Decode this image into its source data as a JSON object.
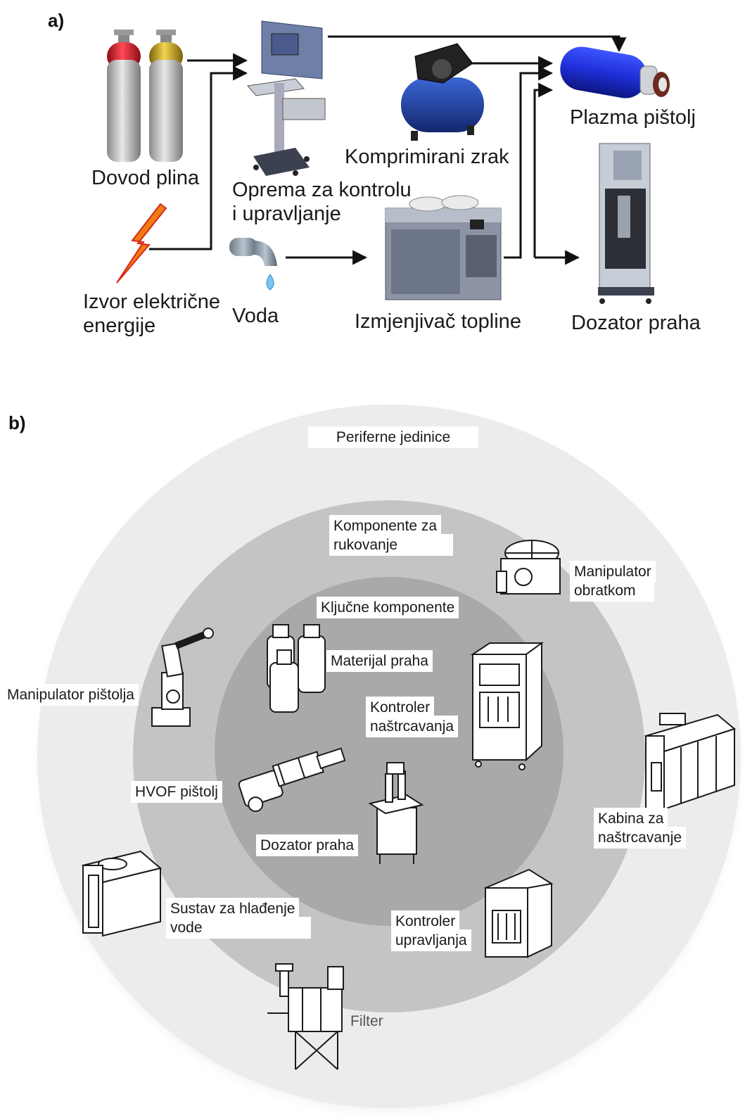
{
  "panel_a": {
    "tag": "a)",
    "labels": {
      "gas": "Dovod plina",
      "control_1": "Oprema za kontrolu",
      "control_2": "i upravljanje",
      "compressor": "Komprimirani zrak",
      "plasma": "Plazma pištolj",
      "power_1": "Izvor električne",
      "power_2": "energije",
      "water": "Voda",
      "exchanger": "Izmjenjivač topline",
      "feeder": "Dozator praha"
    }
  },
  "panel_b": {
    "tag": "b)",
    "rings": {
      "outer": "Periferne jedinice",
      "middle_1": "Komponente za",
      "middle_2": "rukovanje",
      "inner": "Ključne komponente"
    },
    "items": {
      "workpiece_manip_1": "Manipulator",
      "workpiece_manip_2": "obratkom",
      "powder_material": "Materijal praha",
      "gun_manip": "Manipulator pištolja",
      "spray_ctrl_1": "Kontroler",
      "spray_ctrl_2": "naštrcavanja",
      "hvof_gun": "HVOF pištolj",
      "booth_1": "Kabina za",
      "booth_2": "naštrcavanje",
      "powder_feeder": "Dozator praha",
      "water_cool_1": "Sustav za hlađenje",
      "water_cool_2": "vode",
      "ctrl_1": "Kontroler",
      "ctrl_2": "upravljanja",
      "filter": "Filter"
    }
  },
  "colors": {
    "outer_ring": "#ececec",
    "middle_ring": "#c4c4c4",
    "inner_circle": "#a9a9a9",
    "gas_red": "#d81a2a",
    "gas_yellow": "#c8a318",
    "plasma_blue": "#1e2fd8",
    "compressor_blue": "#1d3f9e",
    "arrow": "#111111"
  }
}
